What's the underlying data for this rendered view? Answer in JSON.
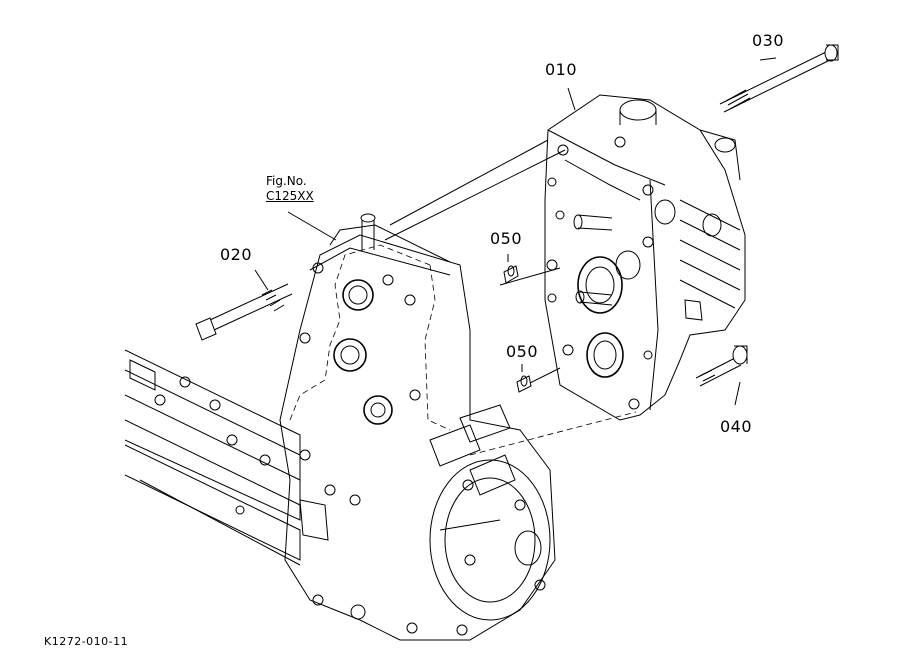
{
  "labels": {
    "p010": "010",
    "p020": "020",
    "p030": "030",
    "p040": "040",
    "p050a": "050",
    "p050b": "050"
  },
  "figure_ref": {
    "line1": "Fig.No.",
    "line2": "C125XX"
  },
  "doc_id": "K1272-010-11"
}
